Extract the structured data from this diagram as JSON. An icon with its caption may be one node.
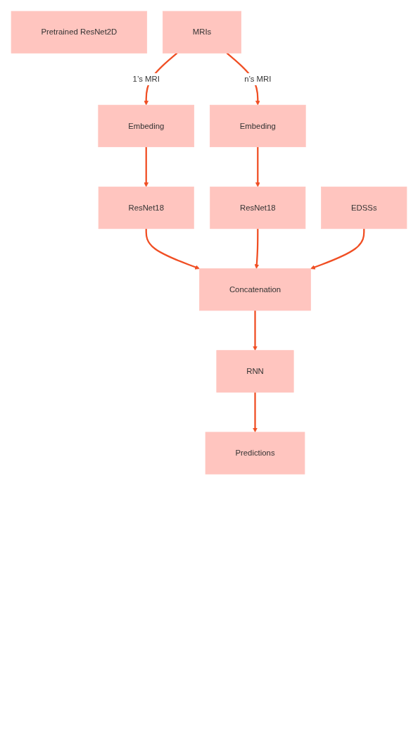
{
  "diagram": {
    "nodes": [
      {
        "text": [
          "Pretrained ResNet2D"
        ]
      },
      {
        "text": [
          "MRIs"
        ]
      },
      {
        "text": [
          "Embeding"
        ]
      },
      {
        "text": [
          "Embeding"
        ]
      },
      {
        "text": [
          "ResNet18"
        ]
      },
      {
        "text": [
          "ResNet18"
        ]
      },
      {
        "text": [
          "Concatenation"
        ]
      },
      {
        "text": [
          "EDSSs"
        ]
      },
      {
        "text": [
          "RNN"
        ]
      },
      {
        "text": [
          "Predictions"
        ]
      }
    ],
    "edges": [
      {
        "from": 1,
        "to": 2,
        "arrow": "to",
        "label": "1’s MRI"
      },
      {
        "from": 1,
        "to": 3,
        "arrow": "to",
        "label": "n’s MRI"
      },
      {
        "from": 2,
        "to": 4,
        "arrow": "to"
      },
      {
        "from": 3,
        "to": 5,
        "arrow": "to"
      },
      {
        "from": 4,
        "to": 6,
        "arrow": "to"
      },
      {
        "from": 5,
        "to": 6,
        "arrow": "to"
      },
      {
        "from": 7,
        "to": 6,
        "arrow": "to"
      },
      {
        "from": 6,
        "to": 8,
        "arrow": "to"
      },
      {
        "from": 8,
        "to": 9,
        "arrow": "to"
      }
    ]
  }
}
